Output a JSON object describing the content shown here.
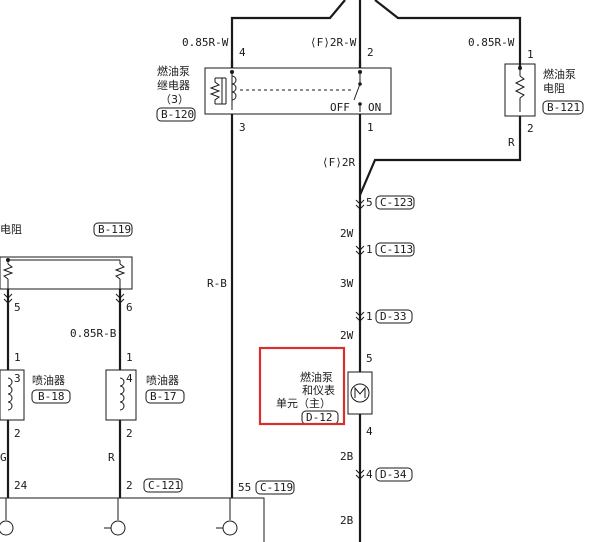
{
  "wires": {
    "w_085rw_left": "0.85R-W",
    "w_f2rw": "⟨F⟩2R-W",
    "w_085rw_right": "0.85R-W",
    "w_r_right": "R",
    "w_f2r": "⟨F⟩2R",
    "w_2w_a": "2W",
    "w_3w": "3W",
    "w_2w_b": "2W",
    "w_rb": "R-B",
    "w_085rb": "0.85R-B",
    "w_2b_a": "2B",
    "w_2b_b": "2B",
    "w_r_inj": "R",
    "w_g_left": "G"
  },
  "relay": {
    "name_l1": "燃油泵",
    "name_l2": "继电器",
    "name_l3": "（3）",
    "code": "B-120",
    "pin_in_left": "4",
    "pin_in_right": "2",
    "pin_out_left": "3",
    "pin_out_right": "1",
    "off": "OFF",
    "on": "ON"
  },
  "resistor_right": {
    "name_l1": "燃油泵",
    "name_l2": "电阻",
    "code": "B-121",
    "pin_top": "1",
    "pin_bottom": "2"
  },
  "resistor_left": {
    "name": "电阻",
    "code": "B-119",
    "pin_a": "5",
    "pin_b": "6"
  },
  "connectors": {
    "c123_pin": "5",
    "c123": "C-123",
    "c113_pin": "1",
    "c113": "C-113",
    "d33_pin": "1",
    "d33": "D-33",
    "d34_pin": "4",
    "d34": "D-34",
    "c121_pin": "2",
    "c121": "C-121",
    "c119_pin": "55",
    "c119": "C-119",
    "ecu_pin_left": "24"
  },
  "fuel_pump": {
    "name_l1": "燃油泵",
    "name_l2": "和仪表",
    "name_l3": "单元（主）",
    "code": "D-12",
    "pin_top": "5",
    "pin_bottom": "4"
  },
  "injectors": [
    {
      "name": "喷油器",
      "code": "B-18",
      "pin_top": "1",
      "pin_box": "3",
      "pin_bottom": "2"
    },
    {
      "name": "喷油器",
      "code": "B-17",
      "pin_top": "1",
      "pin_box": "4",
      "pin_bottom": "2"
    }
  ],
  "colors": {
    "line": "#1a1a1a",
    "highlight": "#d9302c",
    "background": "#ffffff"
  }
}
